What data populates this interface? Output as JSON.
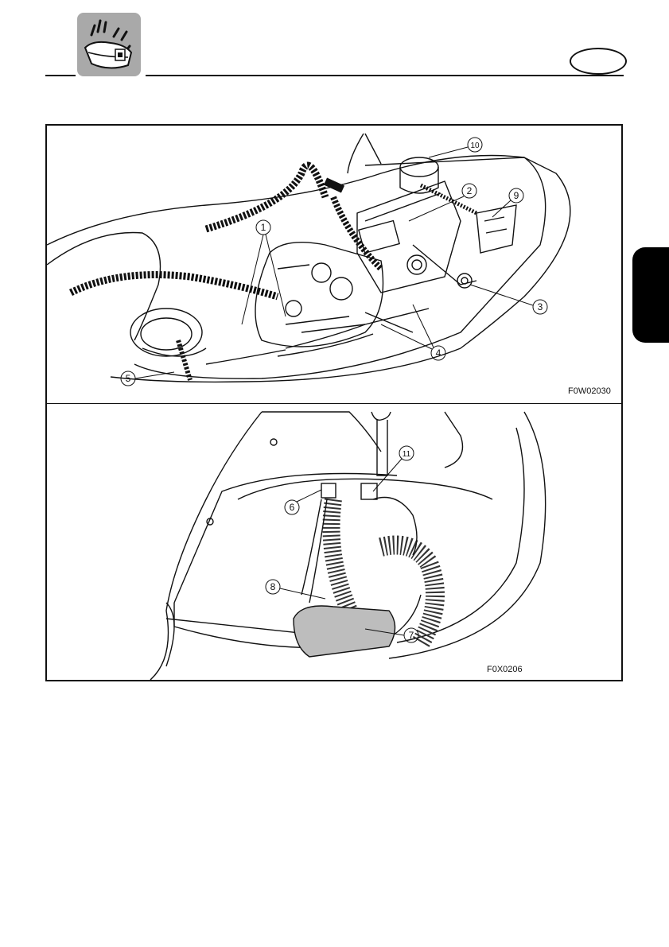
{
  "header": {
    "chapter_icon": "jet-ski-maintenance-icon",
    "language_badge": "",
    "side_tab": ""
  },
  "figures": [
    {
      "code": "F0W02030",
      "callouts": [
        "1",
        "2",
        "3",
        "4",
        "5",
        "9",
        "10"
      ]
    },
    {
      "code": "F0X0206",
      "callouts": [
        "6",
        "7",
        "8",
        "11"
      ]
    }
  ]
}
